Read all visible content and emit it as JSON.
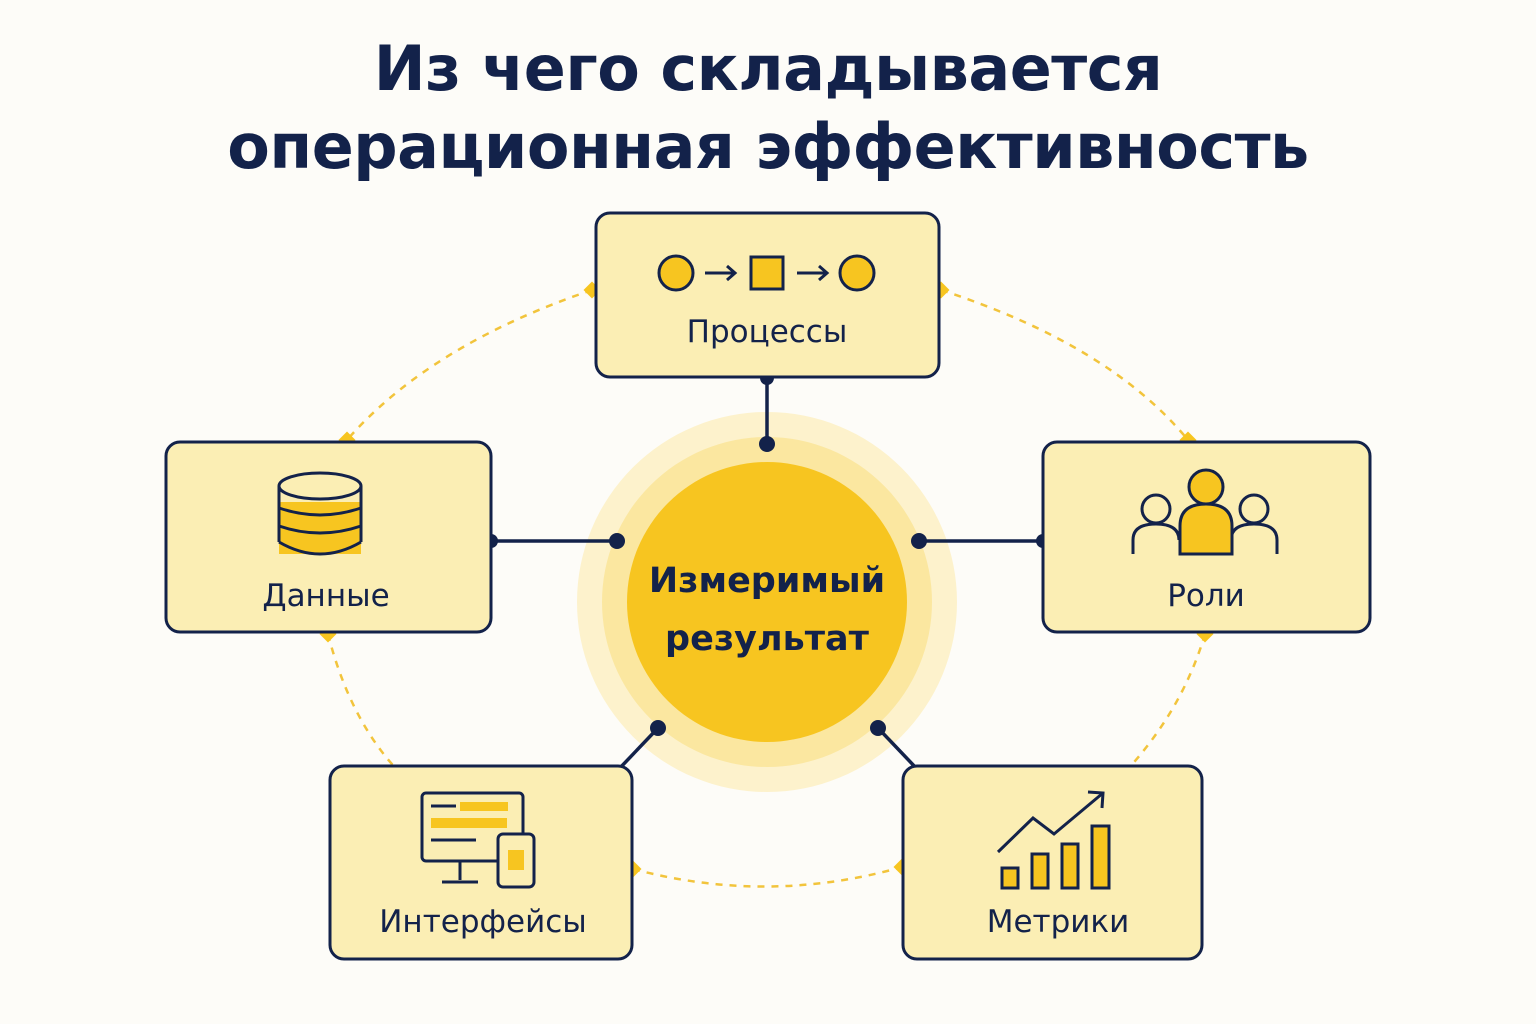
{
  "title": {
    "line1": "Из чего складывается",
    "line2": "операционная эффективность"
  },
  "center": {
    "line1": "Измеримый",
    "line2": "результат"
  },
  "nodes": [
    {
      "id": "processes",
      "label": "Процессы",
      "icon": "process-flow-icon"
    },
    {
      "id": "data",
      "label": "Данные",
      "icon": "database-icon"
    },
    {
      "id": "roles",
      "label": "Роли",
      "icon": "people-icon"
    },
    {
      "id": "interfaces",
      "label": "Интерфейсы",
      "icon": "devices-icon"
    },
    {
      "id": "metrics",
      "label": "Метрики",
      "icon": "growth-chart-icon"
    }
  ],
  "colors": {
    "navy": "#13224a",
    "accent": "#f7c520",
    "box_fill": "#fbeeb4",
    "halo_outer": "#fdf2cc",
    "halo_inner": "#fbe7a0",
    "background": "#fdfcf8"
  }
}
